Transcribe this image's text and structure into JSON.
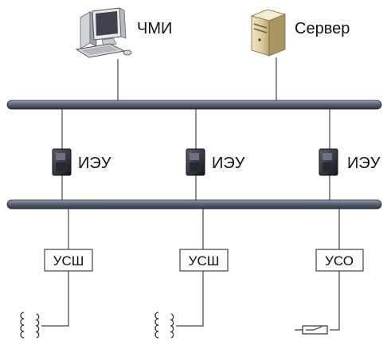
{
  "top_nodes": {
    "hmi": {
      "label": "ЧМИ",
      "icon": "computer-workstation-icon"
    },
    "server": {
      "label": "Сервер",
      "icon": "server-tower-icon"
    }
  },
  "ieds": [
    {
      "label": "ИЭУ",
      "icon": "ied-device-icon"
    },
    {
      "label": "ИЭУ",
      "icon": "ied-device-icon"
    },
    {
      "label": "ИЭУ",
      "icon": "ied-device-icon"
    }
  ],
  "field_units": [
    {
      "label": "УСШ",
      "sensor": "current-transformer-icon"
    },
    {
      "label": "УСШ",
      "sensor": "current-transformer-icon"
    },
    {
      "label": "УСО",
      "sensor": "circuit-breaker-icon"
    }
  ],
  "colors": {
    "bus": "#4a5466",
    "bus_highlight": "#8d96a6",
    "wire": "#444444"
  }
}
